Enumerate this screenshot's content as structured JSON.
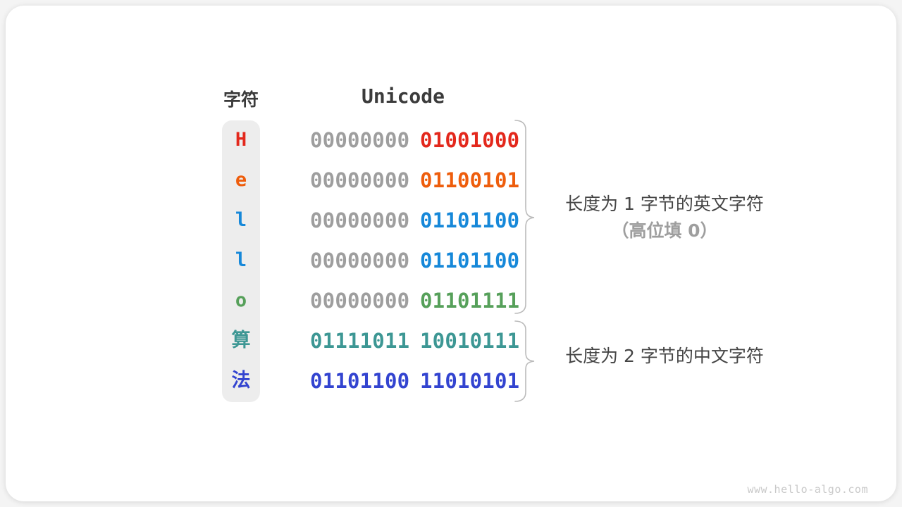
{
  "header": {
    "char_label": "字符",
    "unicode_label": "Unicode"
  },
  "rows": [
    {
      "char": "H",
      "bytes": [
        "00000000",
        "01001000"
      ],
      "char_color": "#e3281c",
      "high_color": "#9e9e9e",
      "low_color": "#e3281c"
    },
    {
      "char": "e",
      "bytes": [
        "00000000",
        "01100101"
      ],
      "char_color": "#ee5d0c",
      "high_color": "#9e9e9e",
      "low_color": "#ee5d0c"
    },
    {
      "char": "l",
      "bytes": [
        "00000000",
        "01101100"
      ],
      "char_color": "#1688d9",
      "high_color": "#9e9e9e",
      "low_color": "#1688d9"
    },
    {
      "char": "l",
      "bytes": [
        "00000000",
        "01101100"
      ],
      "char_color": "#1688d9",
      "high_color": "#9e9e9e",
      "low_color": "#1688d9"
    },
    {
      "char": "o",
      "bytes": [
        "00000000",
        "01101111"
      ],
      "char_color": "#56a05a",
      "high_color": "#9e9e9e",
      "low_color": "#56a05a"
    },
    {
      "char": "算",
      "bytes": [
        "01111011",
        "10010111"
      ],
      "char_color": "#3d9794",
      "high_color": "#3d9794",
      "low_color": "#3d9794"
    },
    {
      "char": "法",
      "bytes": [
        "01101100",
        "11010101"
      ],
      "char_color": "#3344d0",
      "high_color": "#3344d0",
      "low_color": "#3344d0"
    }
  ],
  "annotations": {
    "english": {
      "line1": "长度为 1 字节的英文字符",
      "line2": "（高位填 0）"
    },
    "chinese": {
      "line1": "长度为 2 字节的中文字符"
    }
  },
  "watermark": "www.hello-algo.com",
  "colors": {
    "card_bg": "#ffffff",
    "column_bg": "#ededed",
    "header_text": "#3b3b3b",
    "zero_gray": "#9e9e9e",
    "annotation_text": "#454545",
    "annotation_sub_text": "#9e9e9e",
    "brace": "#bbbbbb",
    "watermark_text": "#c9c9c9"
  },
  "layout_meta": {
    "row_top_start": 163,
    "row_spacing": 57
  }
}
